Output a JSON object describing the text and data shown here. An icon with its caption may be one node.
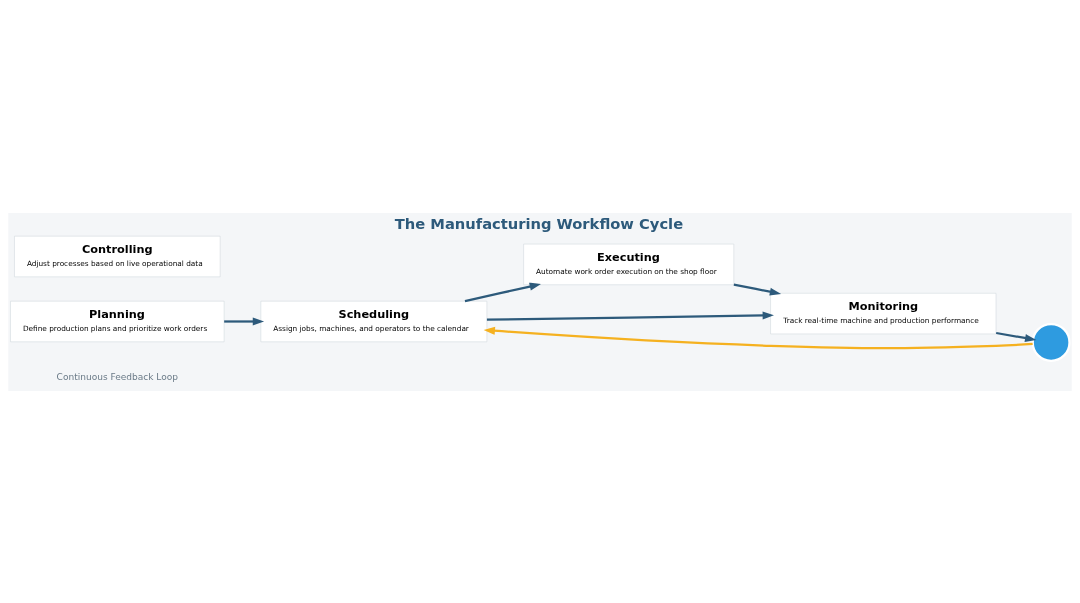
{
  "diagram": {
    "title": "The Manufacturing Workflow Cycle",
    "nodes": [
      {
        "text": [
          "Planning",
          "Define production plans and prioritize work orders"
        ]
      },
      {
        "text": [
          "Scheduling",
          "Assign jobs, machines, and operators to the calendar"
        ]
      },
      {
        "text": [
          "Executing",
          "Automate work order execution on the shop floor"
        ]
      },
      {
        "text": [
          "Controlling",
          "Adjust processes based on live operational data"
        ]
      },
      {
        "text": [],
        "shape": "circle"
      },
      {
        "text": [
          "Monitoring",
          "Track real-time machine and production performance"
        ]
      }
    ],
    "edges": [
      {
        "from": 0,
        "to": 1,
        "arrow": "to"
      },
      {
        "from": 1,
        "to": 2,
        "arrow": "to"
      },
      {
        "from": 1,
        "to": 5,
        "arrow": "to"
      },
      {
        "from": 2,
        "to": 5,
        "arrow": "to"
      },
      {
        "from": 5,
        "to": 4,
        "arrow": "to"
      },
      {
        "from": 4,
        "to": 1,
        "arrow": "to",
        "color": "#f5b120"
      }
    ],
    "labels": [
      "Continuous Feedback Loop"
    ]
  }
}
